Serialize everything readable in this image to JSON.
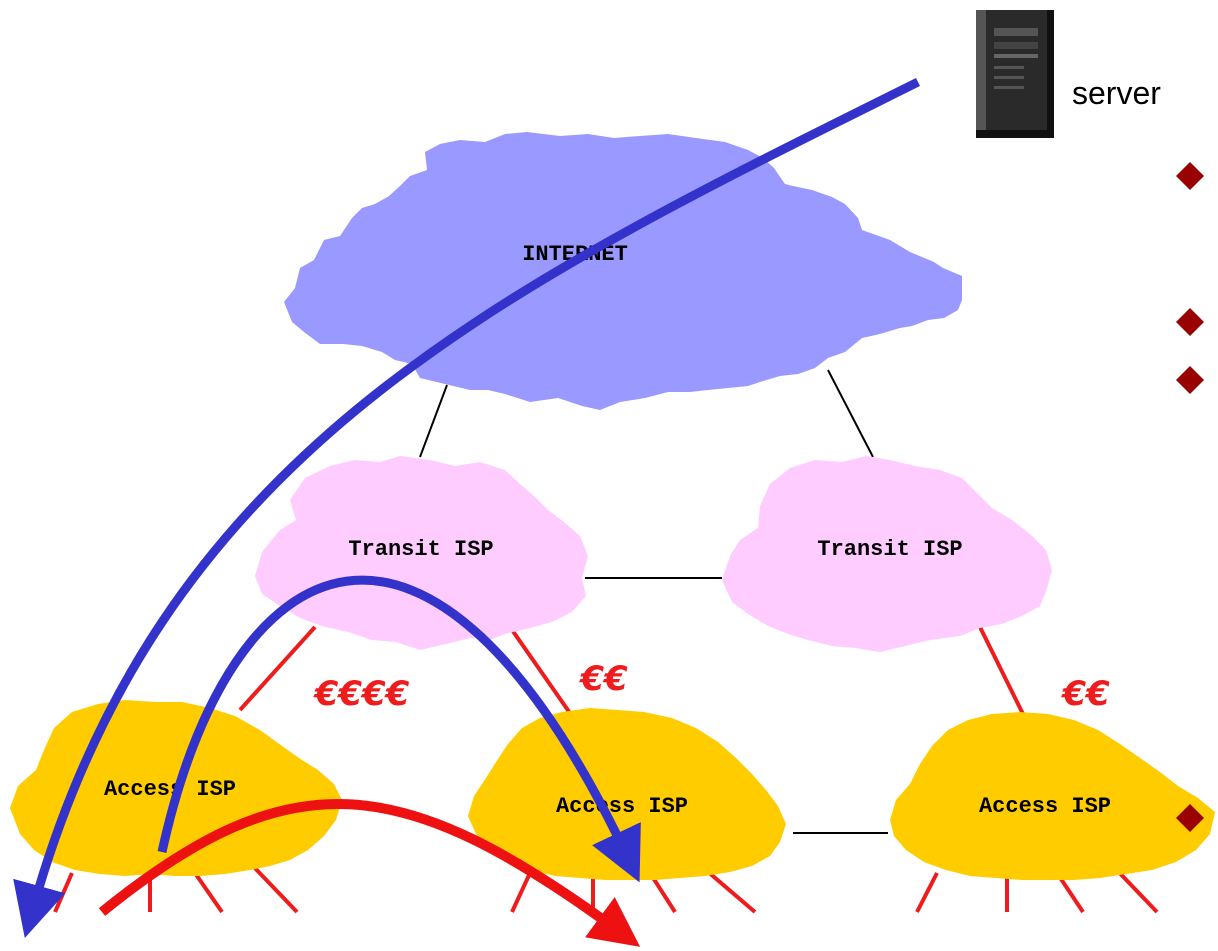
{
  "colors": {
    "internet_cloud": "#9999ff",
    "transit_cloud": "#ffccff",
    "access_cloud": "#ffcc00",
    "paid_link": "#ee1c1c",
    "blue_path": "#3333cc",
    "red_path": "#ee1111",
    "bullet": "#990000"
  },
  "server": {
    "label": "server",
    "icon": "tower-server-icon"
  },
  "clouds": {
    "internet": "INTERNET",
    "transit_left": "Transit ISP",
    "transit_right": "Transit ISP",
    "access_left": "Access ISP",
    "access_mid": "Access ISP",
    "access_right": "Access ISP"
  },
  "costs": {
    "left": "€€€€",
    "mid": "€€",
    "right": "€€"
  },
  "bullets": 4
}
